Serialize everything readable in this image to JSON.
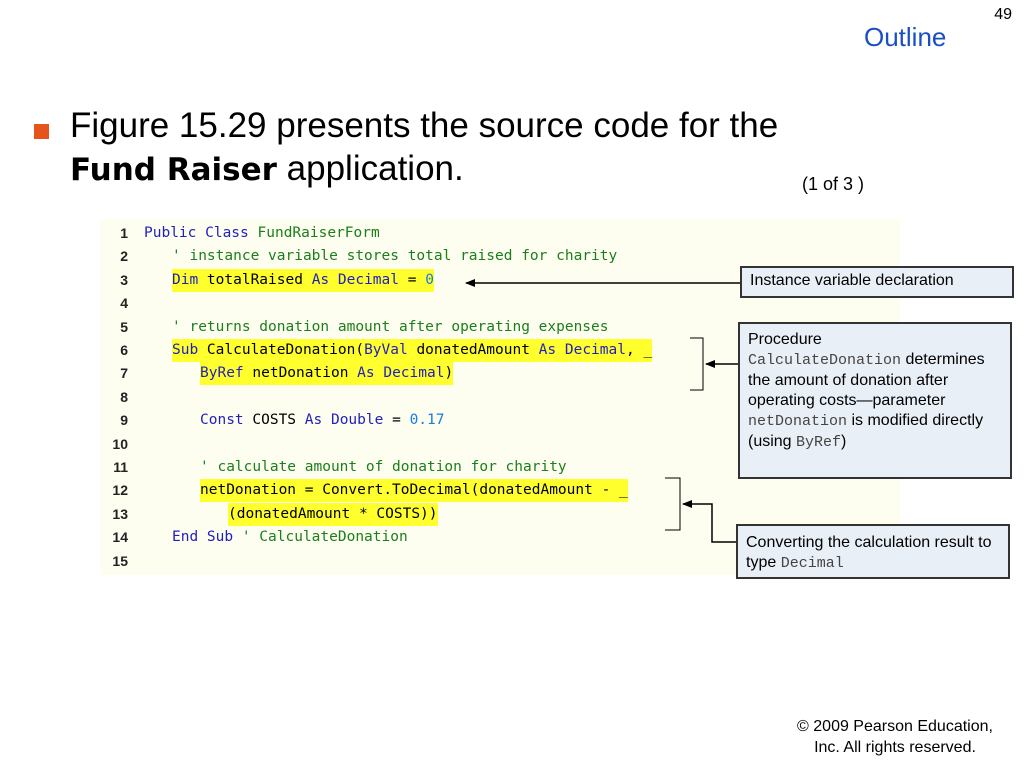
{
  "page_number": "49",
  "outline_label": "Outline",
  "bullet": {
    "pre": "Figure 15.29 presents the source code for the ",
    "term": "Fund Raiser",
    "post": " application."
  },
  "page_indicator": "(1 of 3 )",
  "code_lines": [
    {
      "num": "1",
      "indent": 0,
      "highlight": false,
      "tokens": [
        [
          "kw",
          "Public Class "
        ],
        [
          "cm",
          "FundRaiserForm"
        ]
      ]
    },
    {
      "num": "2",
      "indent": 1,
      "highlight": false,
      "tokens": [
        [
          "cm",
          "' instance variable stores total raised for charity"
        ]
      ]
    },
    {
      "num": "3",
      "indent": 1,
      "highlight": true,
      "tokens": [
        [
          "kw",
          "Dim "
        ],
        [
          "tx",
          "totalRaised "
        ],
        [
          "kw",
          "As Decimal "
        ],
        [
          "tx",
          "= "
        ],
        [
          "num",
          "0"
        ]
      ]
    },
    {
      "num": "4",
      "indent": 0,
      "highlight": false,
      "tokens": []
    },
    {
      "num": "5",
      "indent": 1,
      "highlight": false,
      "tokens": [
        [
          "cm",
          "' returns donation amount after operating expenses"
        ]
      ]
    },
    {
      "num": "6",
      "indent": 1,
      "highlight": true,
      "tokens": [
        [
          "kw",
          "Sub "
        ],
        [
          "tx",
          "CalculateDonation("
        ],
        [
          "kw",
          "ByVal "
        ],
        [
          "tx",
          "donatedAmount "
        ],
        [
          "kw",
          "As Decimal"
        ],
        [
          "tx",
          ", _"
        ]
      ]
    },
    {
      "num": "7",
      "indent": 2,
      "highlight": true,
      "tokens": [
        [
          "kw",
          "ByRef "
        ],
        [
          "tx",
          "netDonation "
        ],
        [
          "kw",
          "As Decimal"
        ],
        [
          "tx",
          ")"
        ]
      ]
    },
    {
      "num": "8",
      "indent": 0,
      "highlight": false,
      "tokens": []
    },
    {
      "num": "9",
      "indent": 2,
      "highlight": false,
      "tokens": [
        [
          "kw",
          "Const "
        ],
        [
          "tx",
          "COSTS "
        ],
        [
          "kw",
          "As Double "
        ],
        [
          "tx",
          "= "
        ],
        [
          "num",
          "0.17"
        ]
      ]
    },
    {
      "num": "10",
      "indent": 0,
      "highlight": false,
      "tokens": []
    },
    {
      "num": "11",
      "indent": 2,
      "highlight": false,
      "tokens": [
        [
          "cm",
          "' calculate amount of donation for charity"
        ]
      ]
    },
    {
      "num": "12",
      "indent": 2,
      "highlight": true,
      "tokens": [
        [
          "tx",
          "netDonation = Convert.ToDecimal(donatedAmount - _"
        ]
      ]
    },
    {
      "num": "13",
      "indent": 3,
      "highlight": true,
      "tokens": [
        [
          "tx",
          "(donatedAmount * COSTS))"
        ]
      ]
    },
    {
      "num": "14",
      "indent": 1,
      "highlight": false,
      "tokens": [
        [
          "kw",
          "End Sub "
        ],
        [
          "cm",
          "' CalculateDonation"
        ]
      ]
    },
    {
      "num": "15",
      "indent": 0,
      "highlight": false,
      "tokens": []
    }
  ],
  "callouts": {
    "instance_variable": "Instance variable declaration",
    "procedure": {
      "line1": "Procedure",
      "code1": "CalculateDonation",
      "text2": " determines the amount of donation after operating costs—parameter ",
      "code2": "netDonation",
      "text3": " is modified directly (using ",
      "code3": "ByRef",
      "text4": ")"
    },
    "converting": {
      "text1": "Converting the calculation result to type ",
      "code1": "Decimal"
    }
  },
  "copyright": {
    "line1": "© 2009 Pearson Education,",
    "line2": "Inc.  All rights reserved."
  }
}
